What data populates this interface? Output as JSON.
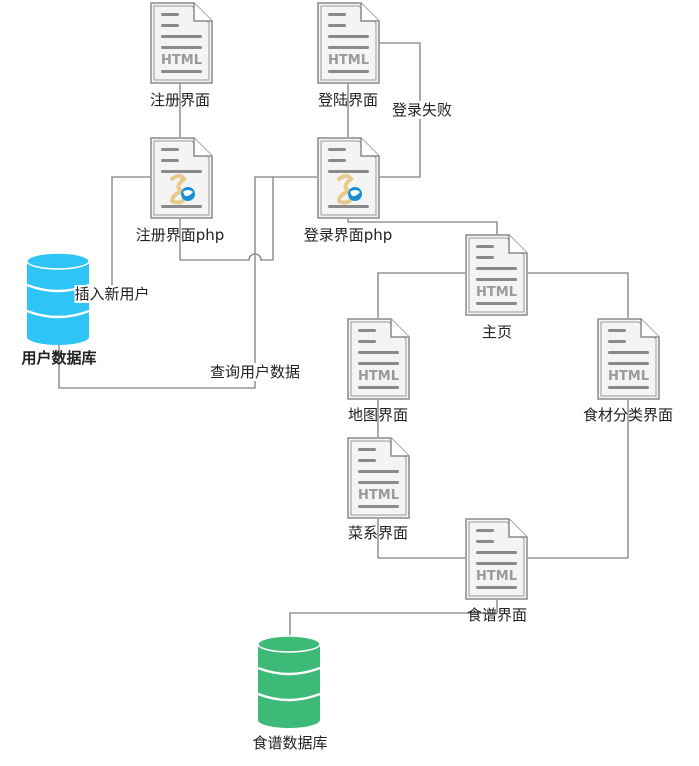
{
  "nodes": {
    "register_page": {
      "label": "注册界面",
      "type": "html",
      "icon": "html-file-icon"
    },
    "login_page": {
      "label": "登陆界面",
      "type": "html",
      "icon": "html-file-icon"
    },
    "register_php": {
      "label": "注册界面php",
      "type": "php",
      "icon": "php-file-icon"
    },
    "login_php": {
      "label": "登录界面php",
      "type": "php",
      "icon": "php-file-icon"
    },
    "home_page": {
      "label": "主页",
      "type": "html",
      "icon": "html-file-icon"
    },
    "map_page": {
      "label": "地图界面",
      "type": "html",
      "icon": "html-file-icon"
    },
    "ingredient_page": {
      "label": "食材分类界面",
      "type": "html",
      "icon": "html-file-icon"
    },
    "cuisine_page": {
      "label": "菜系界面",
      "type": "html",
      "icon": "html-file-icon"
    },
    "recipe_page": {
      "label": "食谱界面",
      "type": "html",
      "icon": "html-file-icon"
    },
    "user_db": {
      "label": "用户数据库",
      "type": "database",
      "icon": "database-icon",
      "color": "#2ec4f5"
    },
    "recipe_db": {
      "label": "食谱数据库",
      "type": "database",
      "icon": "database-icon",
      "color": "#3dba77"
    }
  },
  "html_badge": "HTML",
  "edges": [
    {
      "from": "register_page",
      "to": "register_php"
    },
    {
      "from": "login_page",
      "to": "login_php"
    },
    {
      "from": "login_php",
      "to": "login_page",
      "label": "登录失败"
    },
    {
      "from": "register_php",
      "to": "user_db",
      "label": "插入新用户"
    },
    {
      "from": "login_php",
      "to": "user_db",
      "label": "查询用户数据"
    },
    {
      "from": "register_php",
      "to": "login_php"
    },
    {
      "from": "login_php",
      "to": "home_page"
    },
    {
      "from": "home_page",
      "to": "map_page"
    },
    {
      "from": "home_page",
      "to": "ingredient_page"
    },
    {
      "from": "map_page",
      "to": "cuisine_page"
    },
    {
      "from": "cuisine_page",
      "to": "recipe_page"
    },
    {
      "from": "ingredient_page",
      "to": "recipe_page"
    },
    {
      "from": "recipe_page",
      "to": "recipe_db"
    }
  ],
  "colors": {
    "line": "#808080",
    "doc_fill": "#f2f2f2",
    "doc_stroke": "#8a8a8a"
  }
}
